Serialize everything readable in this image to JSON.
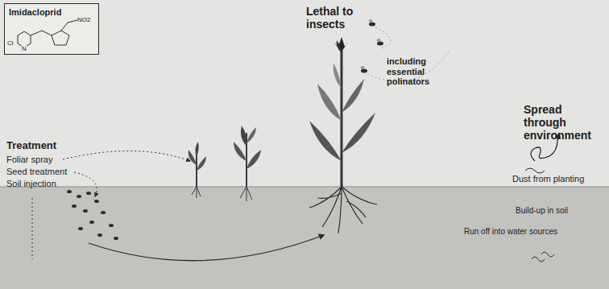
{
  "diagram": {
    "nodes": [
      {
        "text": [
          "Imidacloprid"
        ]
      }
    ],
    "labels": [
      "Treatment",
      "Foliar spray",
      "Seed treatment",
      "Soil injection",
      "Lethal to insects",
      "including essential polinators",
      "Spread through environment",
      "Dust from planting",
      "Build-up in soil",
      "Run off into water sources",
      "Cl",
      "N",
      "NO2"
    ]
  }
}
